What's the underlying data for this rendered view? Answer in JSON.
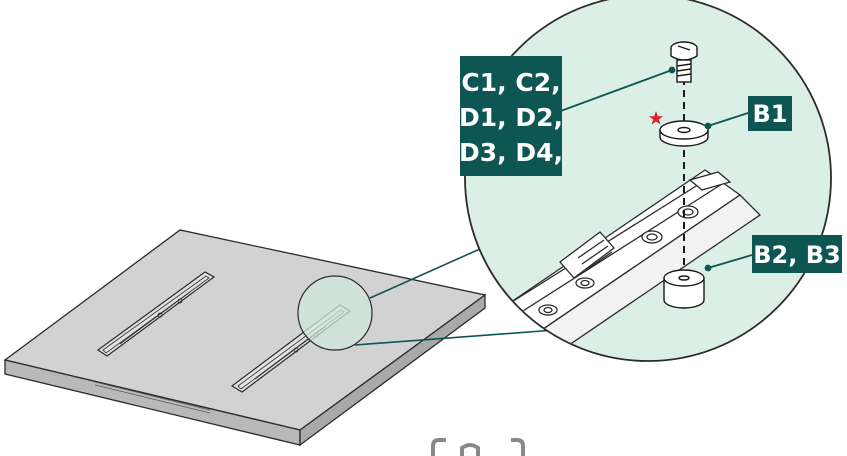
{
  "labels": {
    "screws": [
      "C1, C2,",
      "D1, D2,",
      "D3, D4,"
    ],
    "washer": "B1",
    "spacers": "B2, B3"
  },
  "colors": {
    "label_bg": "#0d5653",
    "circle_fill": "#dcefe6",
    "leader": "#0d5653",
    "star": "#d6282a",
    "panel": "#c9c9c9",
    "outline": "#2b2b2b"
  },
  "icons": {
    "star": "star-icon",
    "screw": "screw-icon",
    "washer": "washer-icon",
    "spacer": "spacer-icon"
  }
}
